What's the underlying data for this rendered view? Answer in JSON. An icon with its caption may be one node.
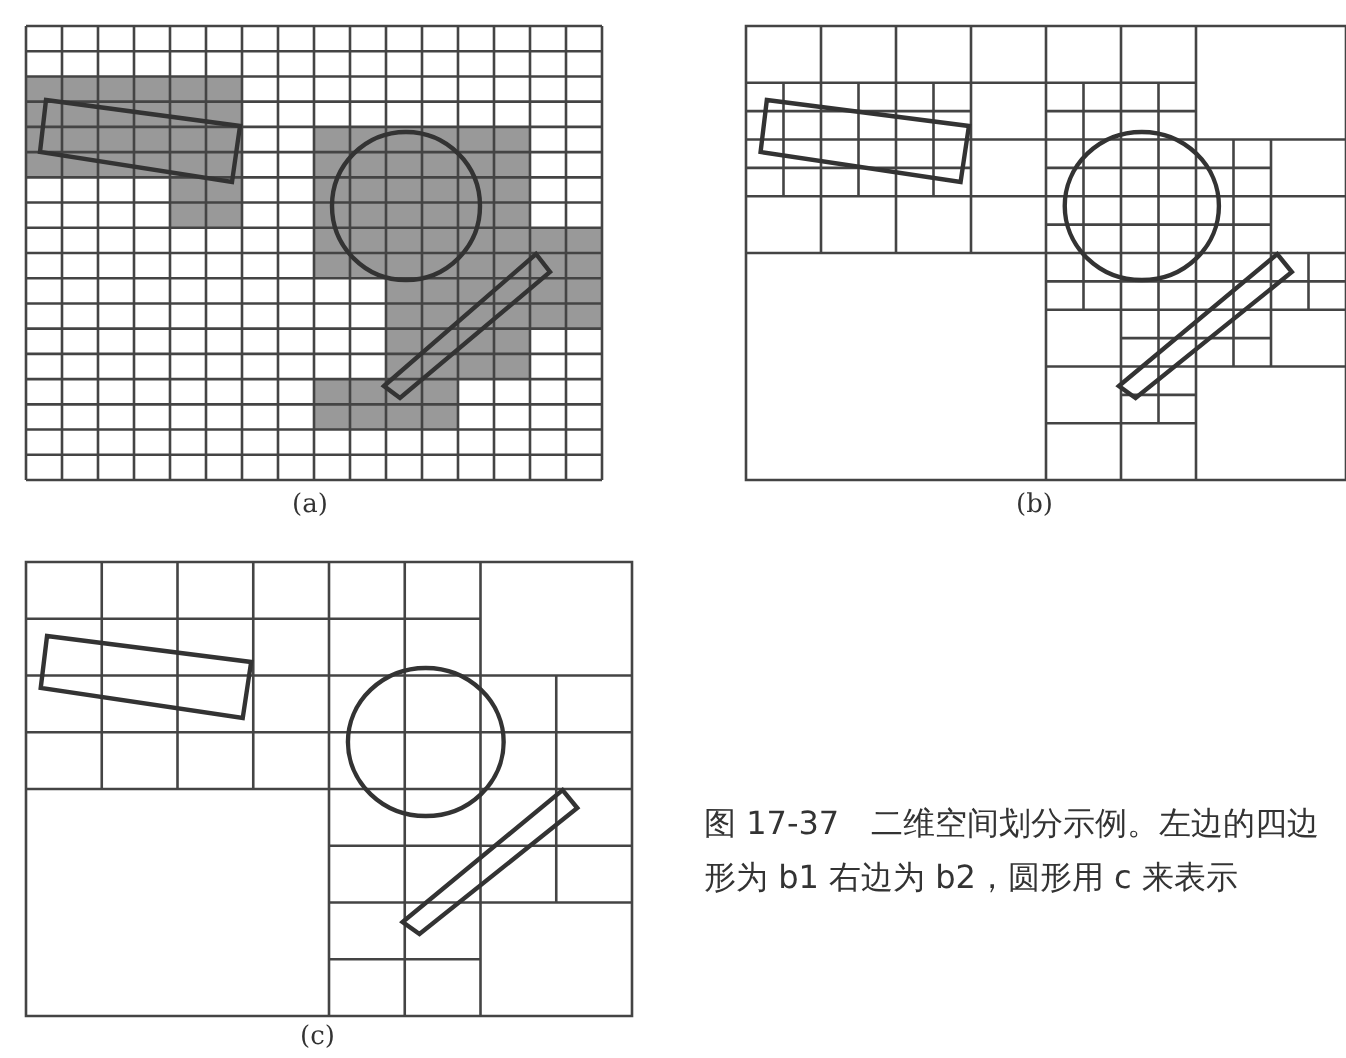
{
  "diagram": {
    "caption": "图 17-37　二维空间划分示例。左边的四边形为 b1 右边为 b2，圆形用 c 来表示",
    "labels": [
      "(a)",
      "(b)",
      "(c)"
    ]
  }
}
